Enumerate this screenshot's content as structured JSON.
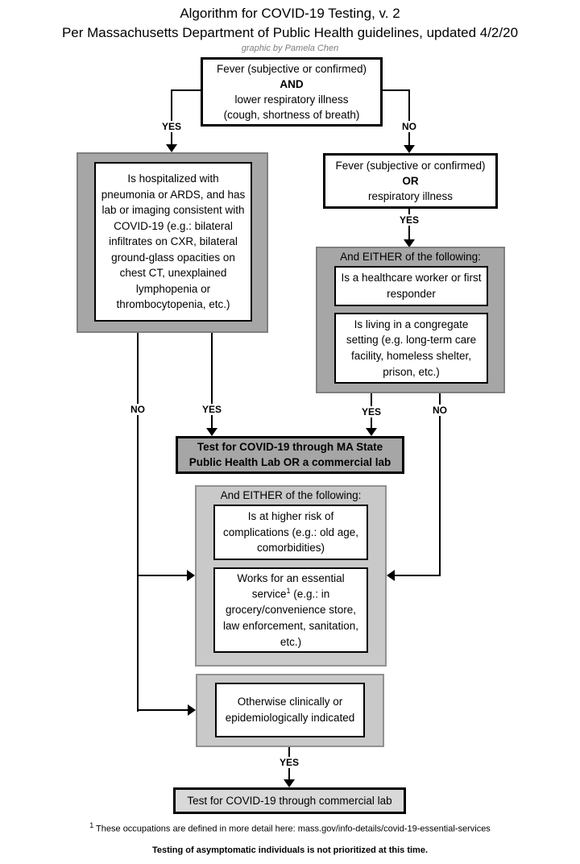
{
  "header": {
    "title": "Algorithm for COVID-19 Testing, v. 2",
    "subtitle": "Per Massachusetts Department of Public Health guidelines, updated 4/2/20",
    "credit": "graphic by Pamela Chen"
  },
  "labels": {
    "yes": "YES",
    "no": "NO"
  },
  "nodes": {
    "start": {
      "line1": "Fever (subjective or confirmed)",
      "op": "AND",
      "line2": "lower respiratory illness",
      "line3": "(cough, shortness of breath)"
    },
    "hospitalized": {
      "text": "Is hospitalized with pneumonia or ARDS, and has lab or imaging consistent with COVID-19 (e.g.: bilateral infiltrates on CXR, bilateral ground-glass opacities on chest CT, unexplained lymphopenia or thrombocytopenia, etc.)"
    },
    "fever_or": {
      "line1": "Fever (subjective or confirmed)",
      "op": "OR",
      "line2": "respiratory illness"
    },
    "either_exposure": {
      "header": "And EITHER of the following:",
      "option1": "Is a healthcare worker or first responder",
      "option2": "Is living in a congregate setting (e.g. long-term care facility, homeless shelter, prison, etc.)"
    },
    "test_state_lab": {
      "line1": "Test for COVID-19 through MA State",
      "line2": "Public Health Lab OR a commercial lab"
    },
    "either_risk": {
      "header": "And EITHER of the following:",
      "option1": "Is at higher risk of complications (e.g.: old age, comorbidities)",
      "option2_pre": "Works for an essential service",
      "option2_sup": "1",
      "option2_post": " (e.g.: in grocery/convenience store, law enforcement, sanitation, etc.)"
    },
    "otherwise": {
      "text": "Otherwise clinically or epidemiologically indicated"
    },
    "test_commercial": {
      "text": "Test for COVID-19 through commercial lab"
    }
  },
  "footer": {
    "footnote_sup": "1",
    "footnote_text": " These occupations are defined in more detail here: mass.gov/info-details/covid-19-essential-services",
    "disclaimer": "Testing of asymptomatic individuals is not prioritized at this time."
  },
  "colors": {
    "medium_gray": "#a6a6a6",
    "light_gray": "#c9c9c9",
    "lighter_gray": "#d9d9d9",
    "gray_border": "#7f7f7f",
    "light_gray_border": "#919191",
    "credit_gray": "#7d7d7d"
  }
}
